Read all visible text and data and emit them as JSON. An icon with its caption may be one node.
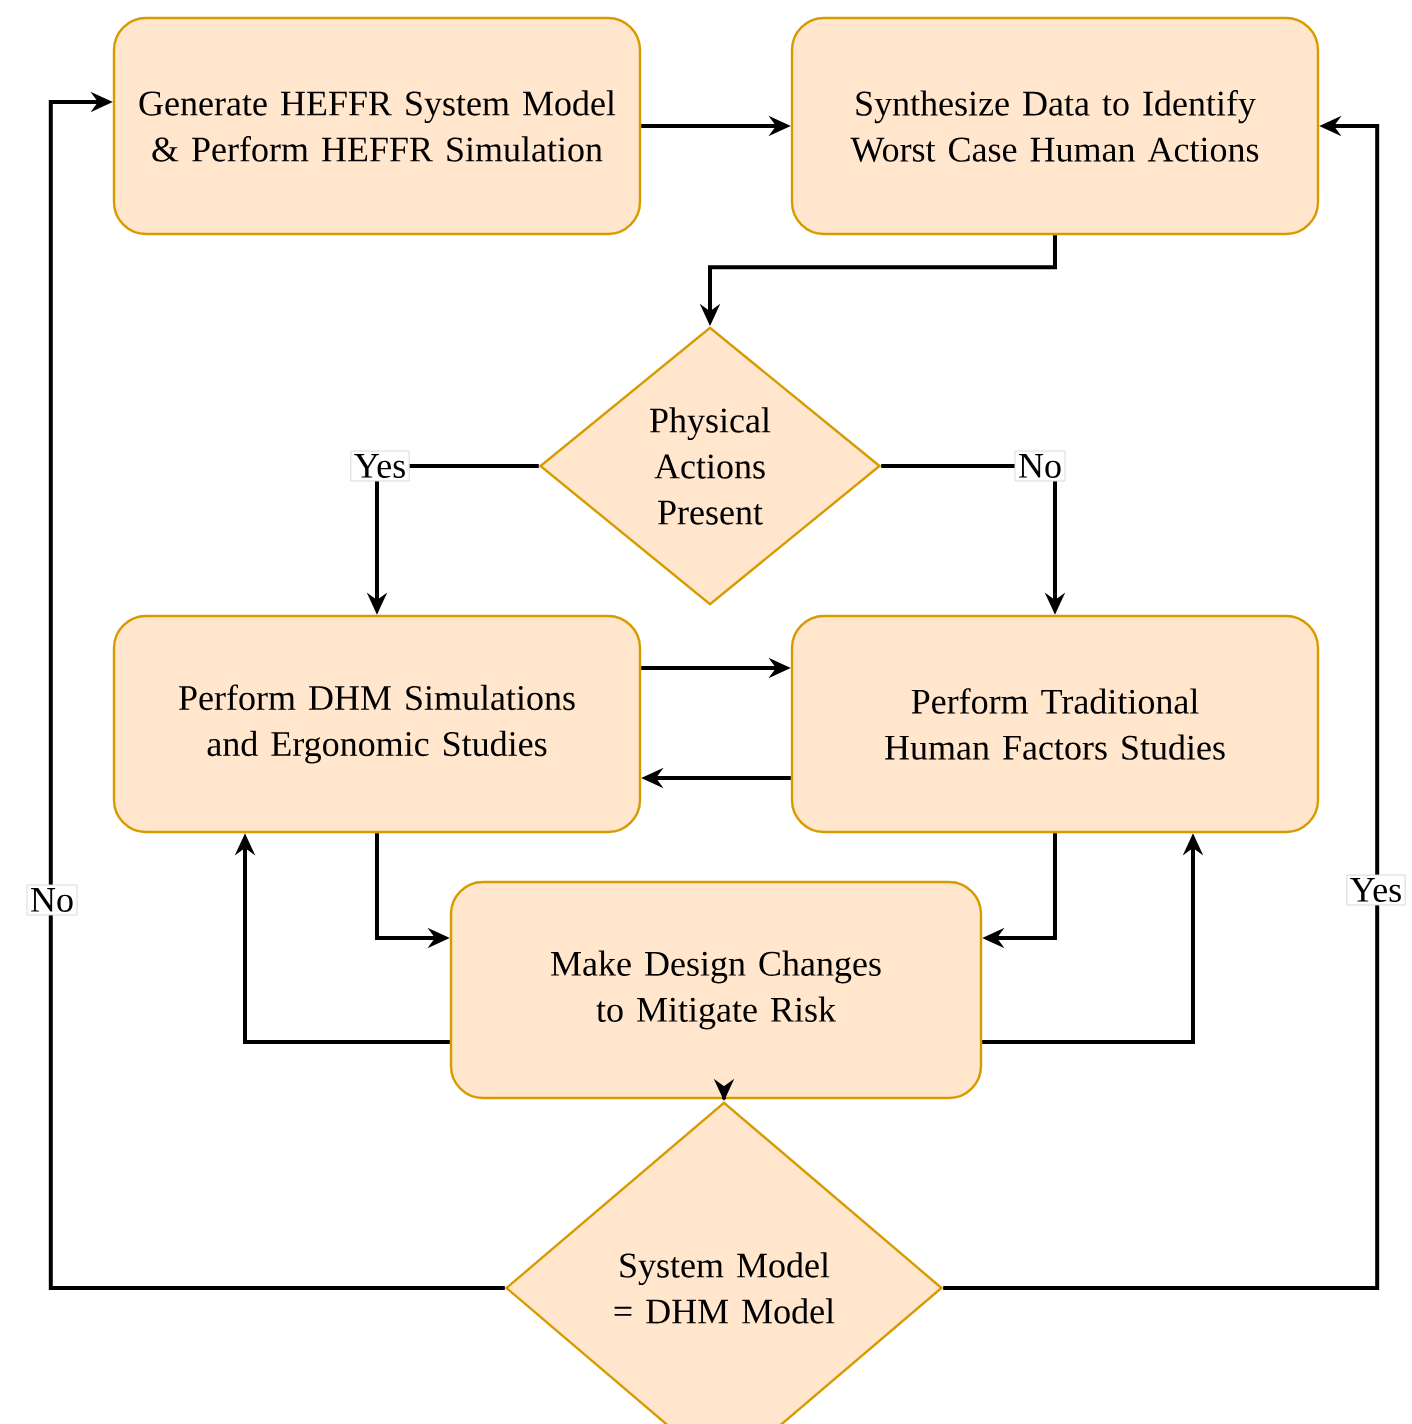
{
  "diagram": {
    "nodes": [
      {
        "text": [
          "Generate HEFFR System Model & Perform HEFFR Simulation"
        ]
      },
      {
        "text": [
          "Synthesize Data to Identify Worst Case Human Actions"
        ]
      },
      {
        "text": [
          "Physical Actions Present"
        ]
      },
      {
        "text": [
          "Perform DHM Simulations and Ergonomic Studies"
        ]
      },
      {
        "text": [
          "Perform Traditional Human Factors Studies"
        ]
      },
      {
        "text": [
          "Make Design Changes to Mitigate Risk"
        ]
      },
      {
        "text": [
          "System Model = DHM Model"
        ]
      }
    ],
    "edges": [
      {
        "from": 0,
        "to": 1,
        "arrow": "to"
      },
      {
        "from": 1,
        "to": 2,
        "arrow": "to"
      },
      {
        "from": 2,
        "to": 3,
        "arrow": "to",
        "label": "Yes"
      },
      {
        "from": 2,
        "to": 4,
        "arrow": "to",
        "label": "No"
      },
      {
        "from": 3,
        "to": 4,
        "arrow": "to"
      },
      {
        "from": 4,
        "to": 3,
        "arrow": "to"
      },
      {
        "from": 3,
        "to": 5,
        "arrow": "to"
      },
      {
        "from": 4,
        "to": 5,
        "arrow": "to"
      },
      {
        "from": 5,
        "to": 3,
        "arrow": "to"
      },
      {
        "from": 5,
        "to": 4,
        "arrow": "to"
      },
      {
        "from": 5,
        "to": 6,
        "arrow": "to"
      },
      {
        "from": 6,
        "to": 0,
        "arrow": "to",
        "label": "No"
      },
      {
        "from": 6,
        "to": 1,
        "arrow": "to",
        "label": "Yes"
      }
    ]
  }
}
